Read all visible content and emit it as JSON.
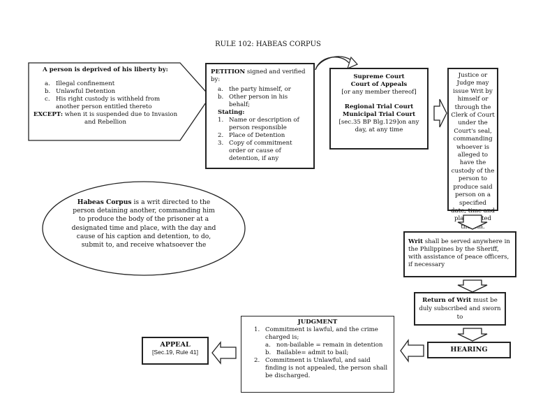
{
  "title": "RULE 102: HABEAS CORPUS",
  "deprivation": {
    "heading": "A person is deprived of his liberty by:",
    "items": [
      {
        "marker": "a.",
        "text": "Illegal confinement"
      },
      {
        "marker": "b.",
        "text": "Unlawful Detention"
      },
      {
        "marker": "c.",
        "text": "His right custody is withheld from another person entitled thereto"
      }
    ],
    "except_label": "EXCEPT:",
    "except_text": " when it is suspended due to Invasion and Rebellion"
  },
  "petition": {
    "heading": "PETITION",
    "heading_rest": " signed and verified by:",
    "by_items": [
      {
        "marker": "a.",
        "text": "the party himself, or"
      },
      {
        "marker": "b.",
        "text": "Other person in his behalf;"
      }
    ],
    "stating_label": "Stating:",
    "stating_items": [
      {
        "marker": "1.",
        "text": "Name or description of person responsible"
      },
      {
        "marker": "2.",
        "text": "Place of Detention"
      },
      {
        "marker": "3.",
        "text": "Copy of commitment order or cause of detention, if any"
      }
    ]
  },
  "courts": {
    "supreme": "Supreme Court",
    "appeals": "Court of Appeals",
    "appeals_note": "[or any member thereof]",
    "rtc": "Regional Trial Court",
    "mtc": "Municipal Trial Court",
    "mtc_note": "[sec.35 BP Blg.129]on any day, at any time"
  },
  "justice": {
    "text": "Justice or Judge may issue Writ by himself or through the Clerk of Court under the Court's seal, commanding whoever is alleged to have the custody of the person to produce said person on a specified date, time and place stated therein."
  },
  "definition": {
    "term": "Habeas Corpus",
    "text": " is a writ directed to the person detaining another, commanding him to produce the body of the prisoner at a designated time and place, with the day and cause of his caption and detention, to do, submit to, and receive whatsoever the"
  },
  "writ": {
    "term": "Writ",
    "text": " shall be served anywhere in the Philippines by the Sheriff, with assistance of peace officers, if necessary"
  },
  "return_writ": {
    "term": "Return of Writ",
    "text": " must be duly subscribed and sworn to"
  },
  "hearing": {
    "label": "HEARING"
  },
  "judgment": {
    "heading": "JUDGMENT",
    "items": [
      {
        "marker": "1.",
        "text": "Commitment is lawful, and the crime charged is;"
      },
      {
        "marker": "a.",
        "text": "non-bailable = remain in detention"
      },
      {
        "marker": "b.",
        "text": "Bailable= admit to bail;"
      },
      {
        "marker": "2.",
        "text": "Commitment is Unlawful, and said finding is not appealed, the person shall be discharged."
      }
    ]
  },
  "appeal": {
    "heading": "APPEAL",
    "note": "[Sec.19, Rule 41]"
  }
}
